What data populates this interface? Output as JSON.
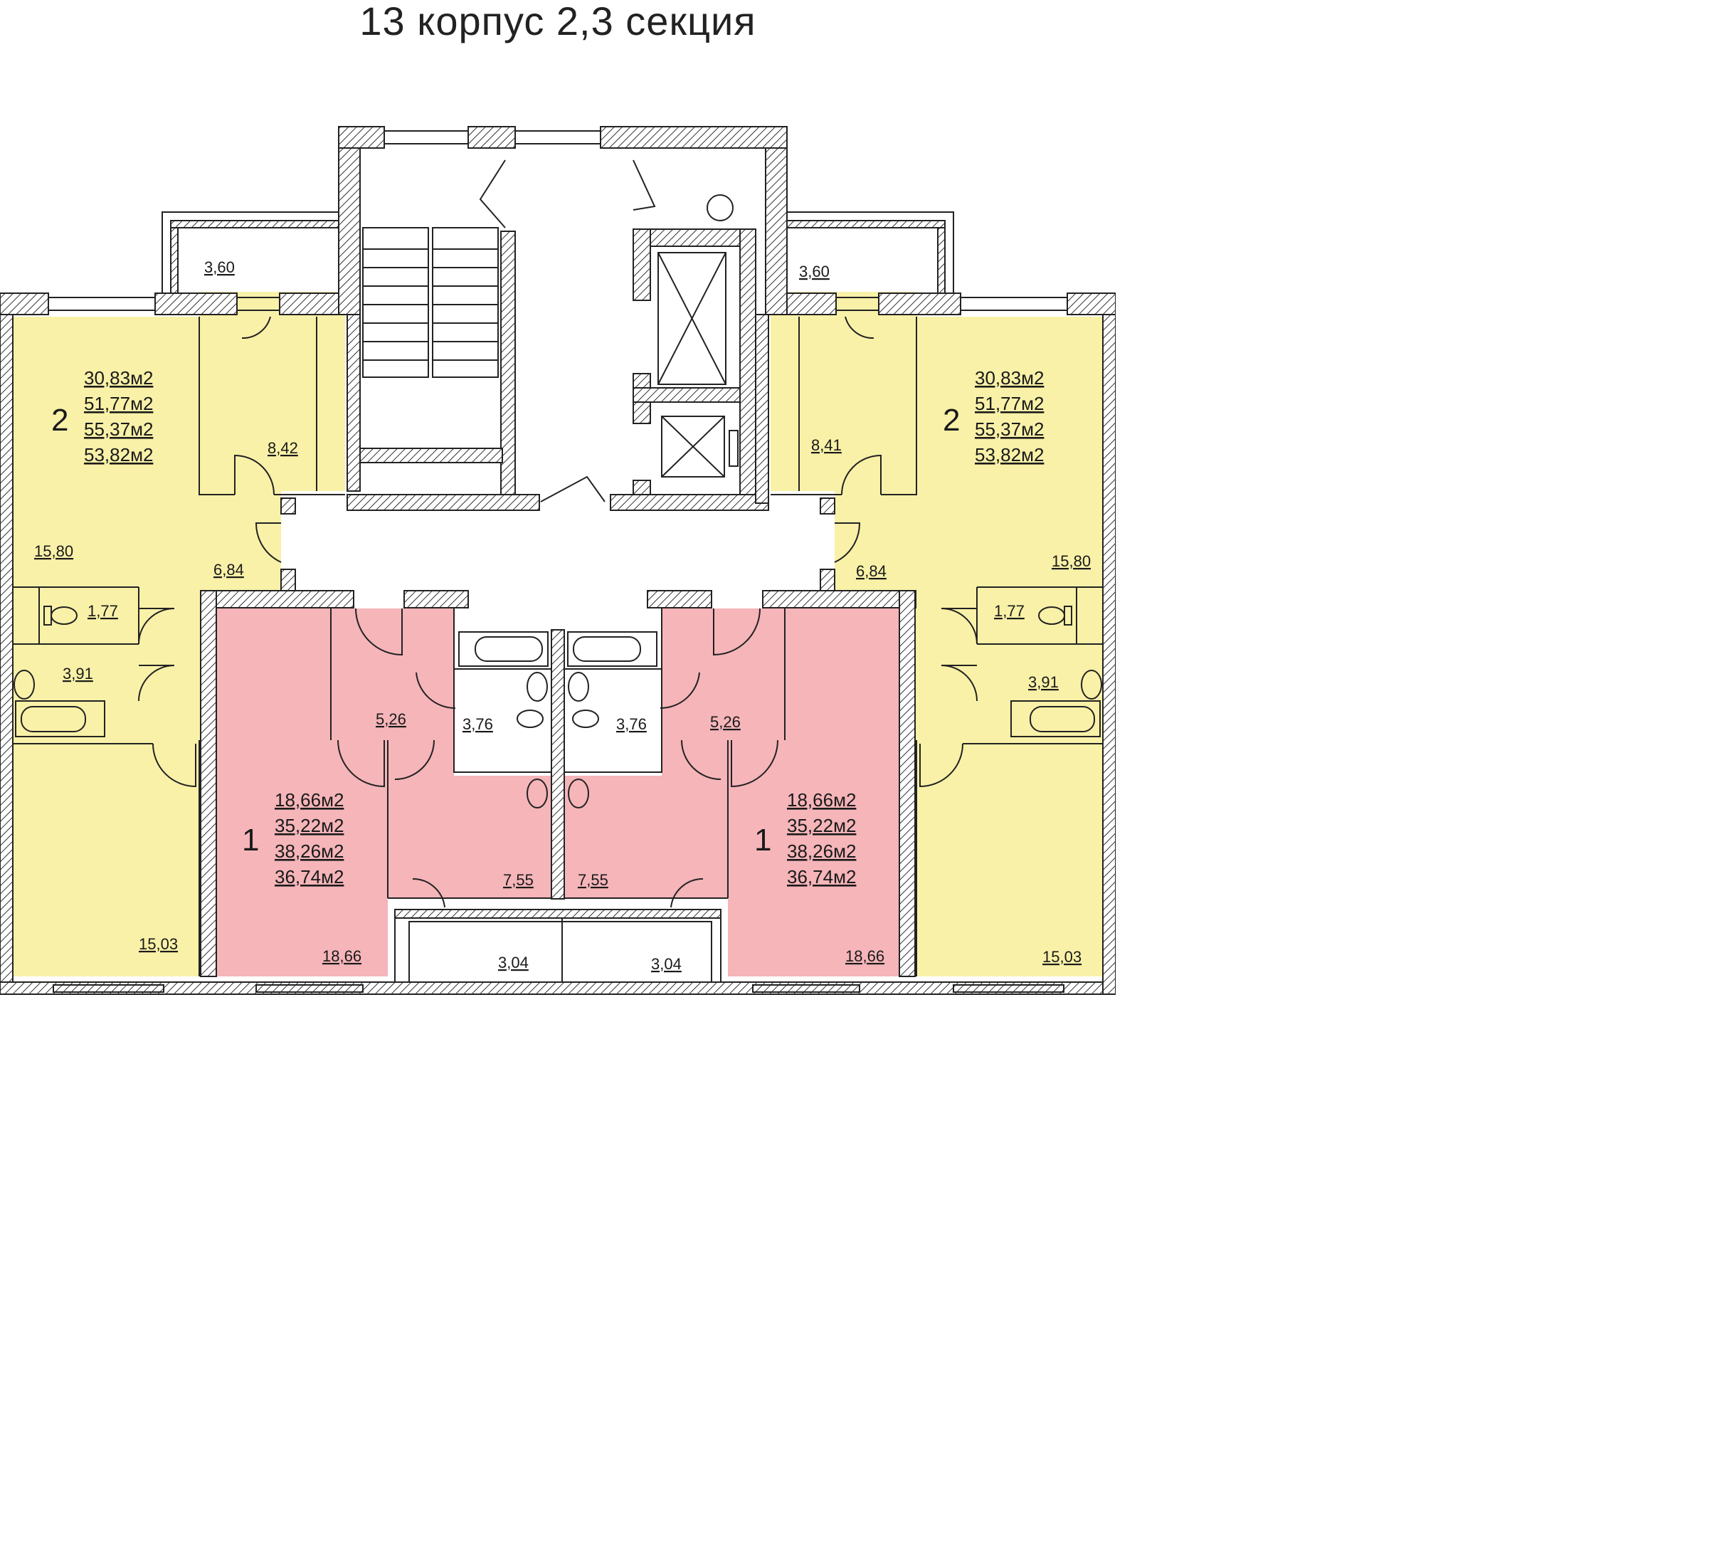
{
  "title": "13 корпус 2,3 секция",
  "colors": {
    "two_room_fill": "#f9f1a8",
    "one_room_fill": "#f5b5b9",
    "wall_hatch": "#333333",
    "background": "#ffffff"
  },
  "apartments": {
    "left_two_room": {
      "rooms": "2",
      "areas": [
        "30,83м2",
        "51,77м2",
        "55,37м2",
        "53,82м2"
      ],
      "room_labels": {
        "balcony": "3,60",
        "bedroom": "8,42",
        "living": "15,80",
        "hall": "6,84",
        "wc": "1,77",
        "bath": "3,91",
        "room": "15,03"
      }
    },
    "right_two_room": {
      "rooms": "2",
      "areas": [
        "30,83м2",
        "51,77м2",
        "55,37м2",
        "53,82м2"
      ],
      "room_labels": {
        "balcony": "3,60",
        "bedroom": "8,41",
        "living": "15,80",
        "hall": "6,84",
        "wc": "1,77",
        "bath": "3,91",
        "room": "15,03"
      }
    },
    "left_one_room": {
      "rooms": "1",
      "areas": [
        "18,66м2",
        "35,22м2",
        "38,26м2",
        "36,74м2"
      ],
      "room_labels": {
        "hall": "5,26",
        "bath": "3,76",
        "kitchen": "7,55",
        "room": "18,66",
        "balcony": "3,04"
      }
    },
    "right_one_room": {
      "rooms": "1",
      "areas": [
        "18,66м2",
        "35,22м2",
        "38,26м2",
        "36,74м2"
      ],
      "room_labels": {
        "hall": "5,26",
        "bath": "3,76",
        "kitchen": "7,55",
        "room": "18,66",
        "balcony": "3,04"
      }
    }
  },
  "icons": [
    "stair-icon",
    "elevator-icon",
    "toilet-icon",
    "bathtub-icon",
    "sink-icon",
    "door-swing-icon"
  ]
}
